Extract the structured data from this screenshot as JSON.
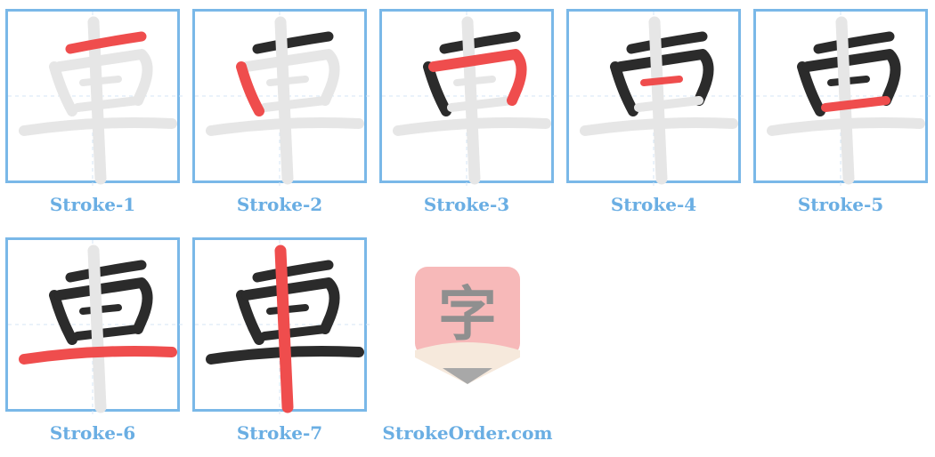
{
  "character": "車",
  "colors": {
    "border": "#7ab8e8",
    "caption": "#6aaee3",
    "ghost": "#e6e6e6",
    "done": "#2b2b2b",
    "current": "#ef4d4d",
    "guide": "#d4e6f4"
  },
  "panels": [
    {
      "label": "Stroke-1",
      "step": 1
    },
    {
      "label": "Stroke-2",
      "step": 2
    },
    {
      "label": "Stroke-3",
      "step": 3
    },
    {
      "label": "Stroke-4",
      "step": 4
    },
    {
      "label": "Stroke-5",
      "step": 5
    },
    {
      "label": "Stroke-6",
      "step": 6
    },
    {
      "label": "Stroke-7",
      "step": 7
    }
  ],
  "logo": {
    "glyph": "字",
    "site": "StrokeOrder.com",
    "icon": "pencil-logo-icon"
  }
}
